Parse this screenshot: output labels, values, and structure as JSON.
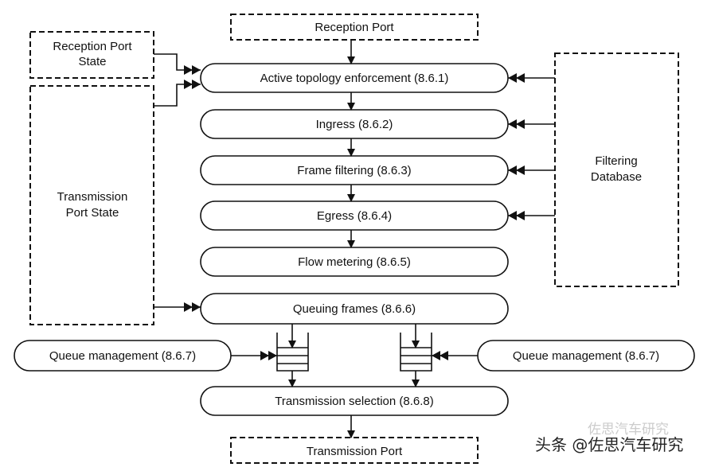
{
  "nodes": {
    "reception_port": "Reception Port",
    "reception_port_state": [
      "Reception Port",
      "State"
    ],
    "transmission_port_state": [
      "Transmission",
      "Port State"
    ],
    "filtering_database": [
      "Filtering",
      "Database"
    ],
    "active_topology": "Active topology enforcement (8.6.1)",
    "ingress": "Ingress (8.6.2)",
    "frame_filtering": "Frame filtering (8.6.3)",
    "egress": "Egress (8.6.4)",
    "flow_metering": "Flow metering (8.6.5)",
    "queuing_frames": "Queuing frames (8.6.6)",
    "queue_mgmt_left": "Queue management (8.6.7)",
    "queue_mgmt_right": "Queue management (8.6.7)",
    "transmission_selection": "Transmission selection (8.6.8)",
    "transmission_port": "Transmission Port"
  },
  "watermark": {
    "main": "头条 @佐思汽车研究",
    "faint": "佐思汽车研究"
  },
  "colors": {
    "line": "#111111",
    "background": "#ffffff"
  }
}
